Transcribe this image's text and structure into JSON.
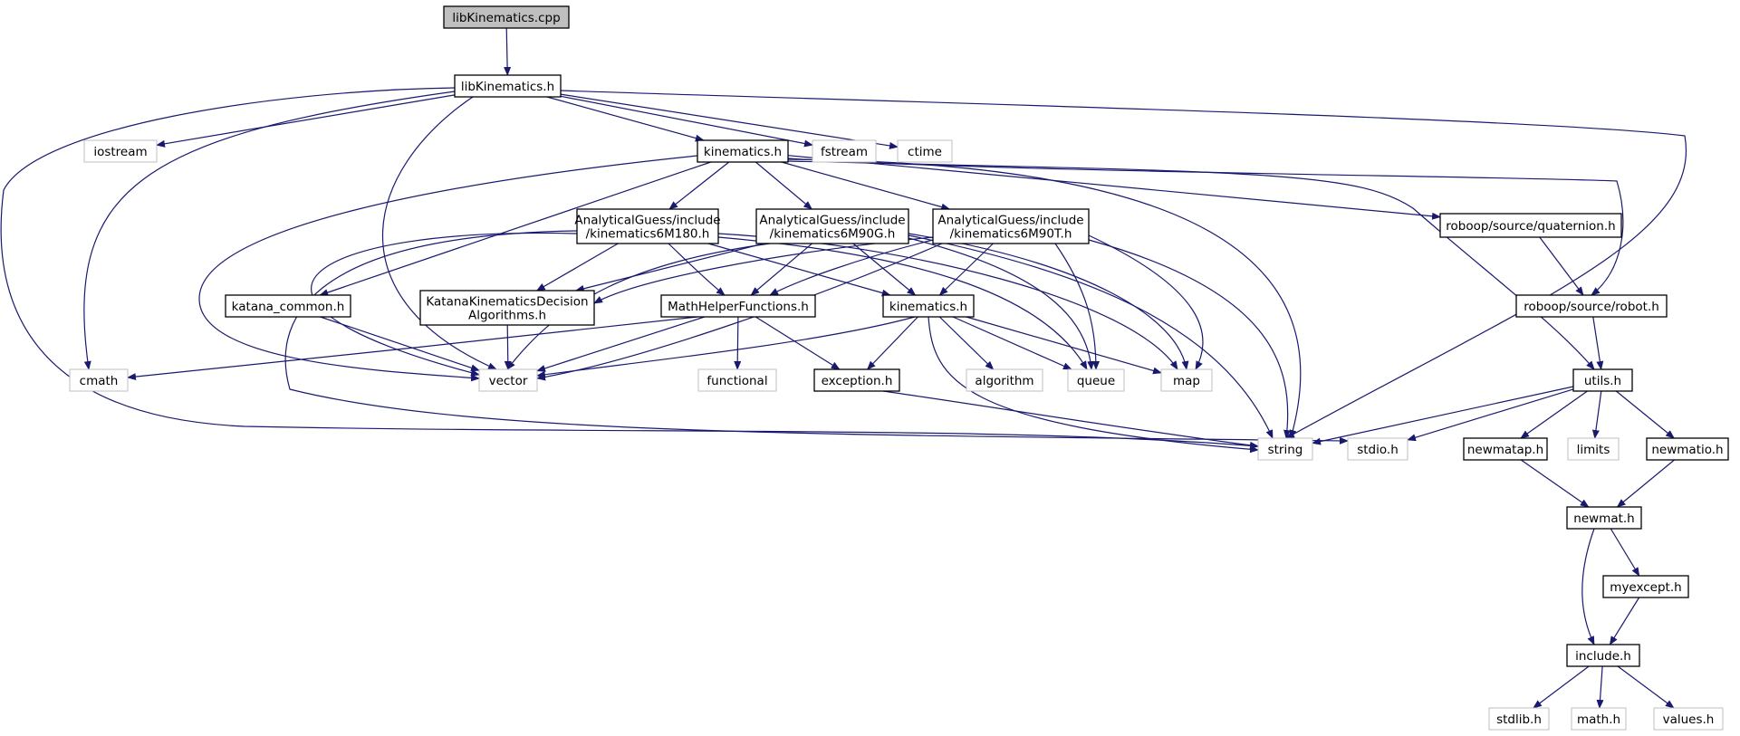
{
  "diagram": {
    "colors": {
      "edge": "#191970",
      "node_border": "#000000",
      "external_border": "#bfbfbf",
      "root_fill": "#bfbfbf",
      "node_fill": "#ffffff"
    },
    "nodes": [
      {
        "id": "libKinematics_cpp",
        "lines": [
          "libKinematics.cpp"
        ],
        "style": "root"
      },
      {
        "id": "libKinematics_h",
        "lines": [
          "libKinematics.h"
        ],
        "style": "normal"
      },
      {
        "id": "iostream",
        "lines": [
          "iostream"
        ],
        "style": "external"
      },
      {
        "id": "kinematics_h",
        "lines": [
          "kinematics.h"
        ],
        "style": "normal"
      },
      {
        "id": "fstream",
        "lines": [
          "fstream"
        ],
        "style": "external"
      },
      {
        "id": "ctime",
        "lines": [
          "ctime"
        ],
        "style": "external"
      },
      {
        "id": "ag_6m180",
        "lines": [
          "AnalyticalGuess/include",
          "/kinematics6M180.h"
        ],
        "style": "normal"
      },
      {
        "id": "ag_6m90g",
        "lines": [
          "AnalyticalGuess/include",
          "/kinematics6M90G.h"
        ],
        "style": "normal"
      },
      {
        "id": "ag_6m90t",
        "lines": [
          "AnalyticalGuess/include",
          "/kinematics6M90T.h"
        ],
        "style": "normal"
      },
      {
        "id": "quaternion_h",
        "lines": [
          "roboop/source/quaternion.h"
        ],
        "style": "normal"
      },
      {
        "id": "katana_common_h",
        "lines": [
          "katana_common.h"
        ],
        "style": "normal"
      },
      {
        "id": "kkda_h",
        "lines": [
          "KatanaKinematicsDecision",
          "Algorithms.h"
        ],
        "style": "normal"
      },
      {
        "id": "mathhelper_h",
        "lines": [
          "MathHelperFunctions.h"
        ],
        "style": "normal"
      },
      {
        "id": "kinematics_h2",
        "lines": [
          "kinematics.h"
        ],
        "style": "normal"
      },
      {
        "id": "robot_h",
        "lines": [
          "roboop/source/robot.h"
        ],
        "style": "normal"
      },
      {
        "id": "cmath",
        "lines": [
          "cmath"
        ],
        "style": "external"
      },
      {
        "id": "vector",
        "lines": [
          "vector"
        ],
        "style": "external"
      },
      {
        "id": "functional",
        "lines": [
          "functional"
        ],
        "style": "external"
      },
      {
        "id": "exception_h",
        "lines": [
          "exception.h"
        ],
        "style": "normal"
      },
      {
        "id": "algorithm",
        "lines": [
          "algorithm"
        ],
        "style": "external"
      },
      {
        "id": "queue",
        "lines": [
          "queue"
        ],
        "style": "external"
      },
      {
        "id": "map",
        "lines": [
          "map"
        ],
        "style": "external"
      },
      {
        "id": "utils_h",
        "lines": [
          "utils.h"
        ],
        "style": "normal"
      },
      {
        "id": "string",
        "lines": [
          "string"
        ],
        "style": "external"
      },
      {
        "id": "stdio_h",
        "lines": [
          "stdio.h"
        ],
        "style": "external"
      },
      {
        "id": "newmatap_h",
        "lines": [
          "newmatap.h"
        ],
        "style": "normal"
      },
      {
        "id": "limits",
        "lines": [
          "limits"
        ],
        "style": "external"
      },
      {
        "id": "newmatio_h",
        "lines": [
          "newmatio.h"
        ],
        "style": "normal"
      },
      {
        "id": "newmat_h",
        "lines": [
          "newmat.h"
        ],
        "style": "normal"
      },
      {
        "id": "myexcept_h",
        "lines": [
          "myexcept.h"
        ],
        "style": "normal"
      },
      {
        "id": "include_h",
        "lines": [
          "include.h"
        ],
        "style": "normal"
      },
      {
        "id": "stdlib_h",
        "lines": [
          "stdlib.h"
        ],
        "style": "external"
      },
      {
        "id": "math_h",
        "lines": [
          "math.h"
        ],
        "style": "external"
      },
      {
        "id": "values_h",
        "lines": [
          "values.h"
        ],
        "style": "external"
      }
    ],
    "edges": [
      {
        "from": "libKinematics_cpp",
        "to": "libKinematics_h"
      },
      {
        "from": "libKinematics_h",
        "to": "iostream"
      },
      {
        "from": "libKinematics_h",
        "to": "kinematics_h"
      },
      {
        "from": "libKinematics_h",
        "to": "fstream"
      },
      {
        "from": "libKinematics_h",
        "to": "ctime"
      },
      {
        "from": "libKinematics_h",
        "to": "cmath"
      },
      {
        "from": "libKinematics_h",
        "to": "vector"
      },
      {
        "from": "libKinematics_h",
        "to": "string"
      },
      {
        "from": "libKinematics_h",
        "to": "string"
      },
      {
        "from": "kinematics_h",
        "to": "ag_6m180"
      },
      {
        "from": "kinematics_h",
        "to": "ag_6m90g"
      },
      {
        "from": "kinematics_h",
        "to": "ag_6m90t"
      },
      {
        "from": "kinematics_h",
        "to": "quaternion_h"
      },
      {
        "from": "kinematics_h",
        "to": "katana_common_h"
      },
      {
        "from": "kinematics_h",
        "to": "robot_h"
      },
      {
        "from": "kinematics_h",
        "to": "utils_h"
      },
      {
        "from": "kinematics_h",
        "to": "vector"
      },
      {
        "from": "kinematics_h",
        "to": "string"
      },
      {
        "from": "ag_6m180",
        "to": "kkda_h"
      },
      {
        "from": "ag_6m180",
        "to": "mathhelper_h"
      },
      {
        "from": "ag_6m180",
        "to": "kinematics_h2"
      },
      {
        "from": "ag_6m180",
        "to": "vector"
      },
      {
        "from": "ag_6m180",
        "to": "queue"
      },
      {
        "from": "ag_6m180",
        "to": "map"
      },
      {
        "from": "ag_6m180",
        "to": "stdio_h"
      },
      {
        "from": "ag_6m90g",
        "to": "kkda_h"
      },
      {
        "from": "ag_6m90g",
        "to": "mathhelper_h"
      },
      {
        "from": "ag_6m90g",
        "to": "kinematics_h2"
      },
      {
        "from": "ag_6m90g",
        "to": "vector"
      },
      {
        "from": "ag_6m90g",
        "to": "queue"
      },
      {
        "from": "ag_6m90g",
        "to": "map"
      },
      {
        "from": "ag_6m90g",
        "to": "string"
      },
      {
        "from": "ag_6m90t",
        "to": "kkda_h"
      },
      {
        "from": "ag_6m90t",
        "to": "mathhelper_h"
      },
      {
        "from": "ag_6m90t",
        "to": "kinematics_h2"
      },
      {
        "from": "ag_6m90t",
        "to": "vector"
      },
      {
        "from": "ag_6m90t",
        "to": "queue"
      },
      {
        "from": "ag_6m90t",
        "to": "map"
      },
      {
        "from": "ag_6m90t",
        "to": "string"
      },
      {
        "from": "quaternion_h",
        "to": "robot_h"
      },
      {
        "from": "katana_common_h",
        "to": "vector"
      },
      {
        "from": "kkda_h",
        "to": "vector"
      },
      {
        "from": "mathhelper_h",
        "to": "cmath"
      },
      {
        "from": "mathhelper_h",
        "to": "vector"
      },
      {
        "from": "mathhelper_h",
        "to": "functional"
      },
      {
        "from": "mathhelper_h",
        "to": "exception_h"
      },
      {
        "from": "kinematics_h2",
        "to": "vector"
      },
      {
        "from": "kinematics_h2",
        "to": "exception_h"
      },
      {
        "from": "kinematics_h2",
        "to": "algorithm"
      },
      {
        "from": "kinematics_h2",
        "to": "queue"
      },
      {
        "from": "kinematics_h2",
        "to": "map"
      },
      {
        "from": "kinematics_h2",
        "to": "string"
      },
      {
        "from": "exception_h",
        "to": "string"
      },
      {
        "from": "robot_h",
        "to": "utils_h"
      },
      {
        "from": "utils_h",
        "to": "string"
      },
      {
        "from": "utils_h",
        "to": "stdio_h"
      },
      {
        "from": "utils_h",
        "to": "newmatap_h"
      },
      {
        "from": "utils_h",
        "to": "limits"
      },
      {
        "from": "utils_h",
        "to": "newmatio_h"
      },
      {
        "from": "newmatap_h",
        "to": "newmat_h"
      },
      {
        "from": "newmatio_h",
        "to": "newmat_h"
      },
      {
        "from": "newmat_h",
        "to": "myexcept_h"
      },
      {
        "from": "newmat_h",
        "to": "include_h"
      },
      {
        "from": "myexcept_h",
        "to": "include_h"
      },
      {
        "from": "include_h",
        "to": "stdlib_h"
      },
      {
        "from": "include_h",
        "to": "math_h"
      },
      {
        "from": "include_h",
        "to": "values_h"
      }
    ]
  }
}
